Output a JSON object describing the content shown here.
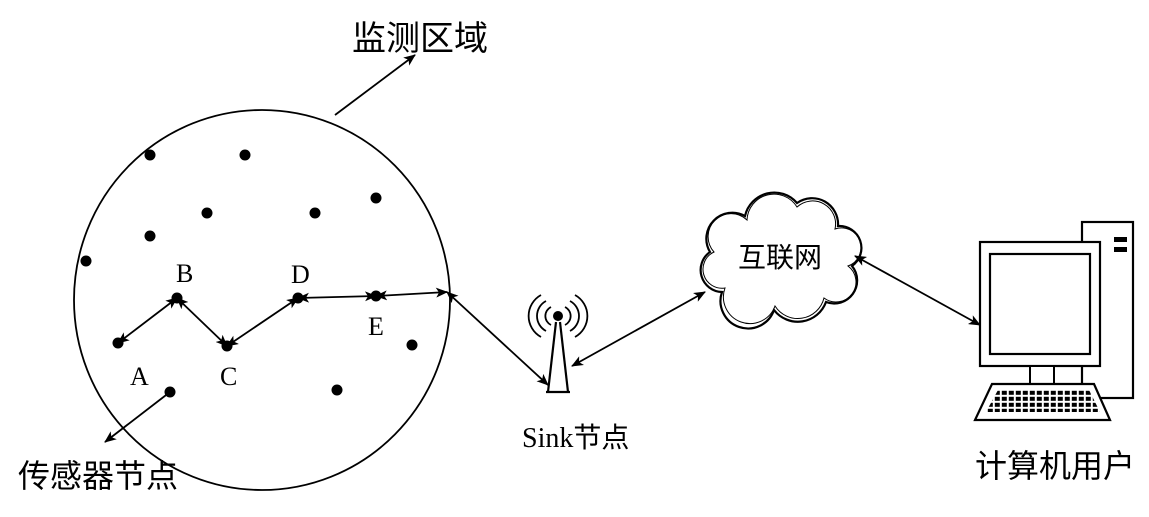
{
  "region_label": "监测区域",
  "sensor_label": "传感器节点",
  "node_labels": {
    "a": "A",
    "b": "B",
    "c": "C",
    "d": "D",
    "e": "E"
  },
  "sink_label": "Sink节点",
  "internet_label": "互联网",
  "user_label": "计算机用户"
}
